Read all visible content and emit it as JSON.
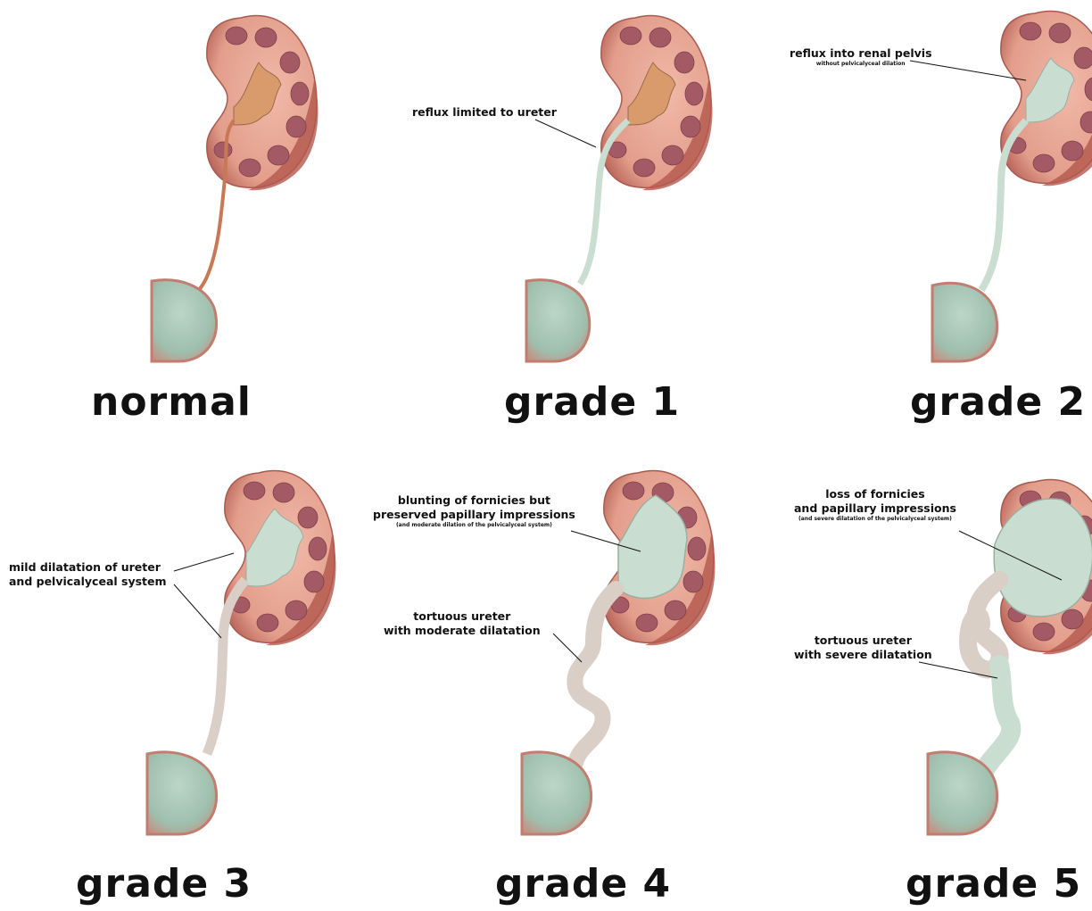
{
  "panels": [
    {
      "title": "normal"
    },
    {
      "title": "grade 1",
      "note": "reflux limited to ureter"
    },
    {
      "title": "grade 2",
      "note": "reflux into renal pelvis",
      "subnote": "without pelvicalyceal dilation"
    },
    {
      "title": "grade 3",
      "note_line1": "mild dilatation of ureter",
      "note_line2": "and pelvicalyceal system"
    },
    {
      "title": "grade 4",
      "note_line1": "blunting of fornicies but",
      "note_line2": "preserved papillary impressions",
      "subnote": "(and moderate dilation of the pelvicalyceal system)",
      "note2_line1": "tortuous ureter",
      "note2_line2": "with moderate dilatation"
    },
    {
      "title": "grade 5",
      "note_line1": "loss of fornicies",
      "note_line2": "and papillary impressions",
      "subnote": "(and severe dilatation of the pelvicalyceal system)",
      "note2_line1": "tortuous ureter",
      "note2_line2": "with severe dilatation"
    }
  ],
  "colors": {
    "cortex": "#e8a898",
    "cortex_dark": "#b86a5e",
    "pyramid": "#9e5a62",
    "pelvis_normal": "#d99a6c",
    "urine": "#c9ddd1",
    "bladder": "#a9c7b7",
    "ureter_dilated": "#d9cfc6"
  }
}
